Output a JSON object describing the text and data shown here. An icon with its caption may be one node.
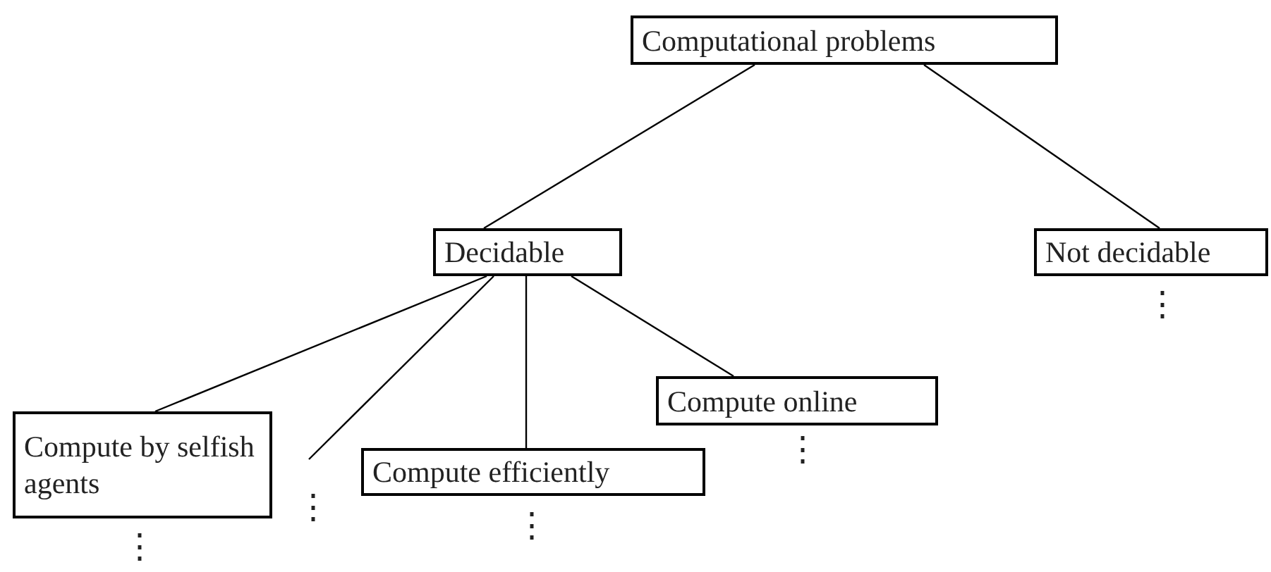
{
  "diagram": {
    "nodes": [
      {
        "text": [
          "Computational problems"
        ]
      },
      {
        "text": [
          "Decidable"
        ]
      },
      {
        "text": [
          "Not decidable"
        ]
      },
      {
        "text": [
          "Compute by selfish agents"
        ]
      },
      {
        "text": [
          "Compute efficiently"
        ]
      },
      {
        "text": [
          "Compute online"
        ]
      },
      {
        "text": [
          "⋮"
        ]
      }
    ],
    "edges": [
      {
        "from": 0,
        "to": 1,
        "arrow": "none"
      },
      {
        "from": 0,
        "to": 2,
        "arrow": "none"
      },
      {
        "from": 1,
        "to": 3,
        "arrow": "none"
      },
      {
        "from": 1,
        "to": 6,
        "arrow": "none"
      },
      {
        "from": 1,
        "to": 4,
        "arrow": "none"
      },
      {
        "from": 1,
        "to": 5,
        "arrow": "none"
      }
    ],
    "labels": [
      "⋮",
      "⋮",
      "⋮",
      "⋮"
    ]
  }
}
